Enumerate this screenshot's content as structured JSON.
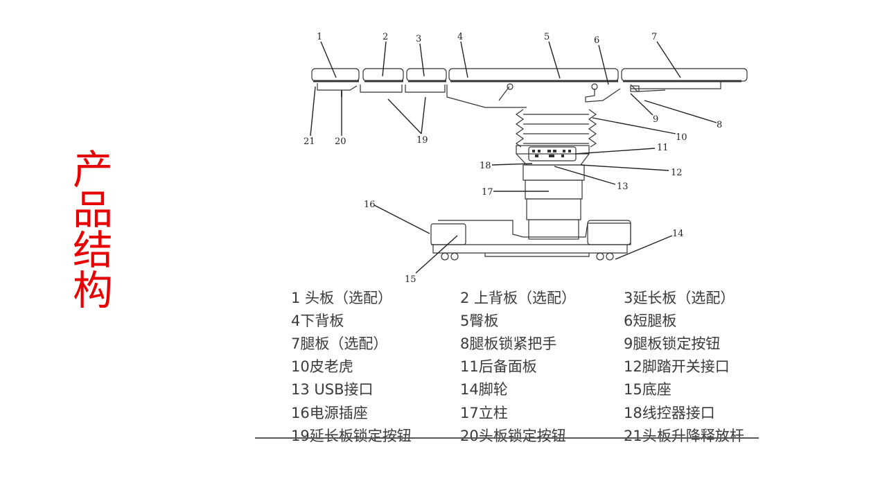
{
  "title": "产品结构",
  "diagram": {
    "callouts": [
      "1",
      "2",
      "3",
      "4",
      "5",
      "6",
      "7",
      "8",
      "9",
      "10",
      "11",
      "12",
      "13",
      "14",
      "15",
      "16",
      "17",
      "18",
      "19",
      "20",
      "21"
    ]
  },
  "legend": [
    [
      "1 头板（选配）",
      "2 上背板（选配）",
      "3延长板（选配）"
    ],
    [
      "4下背板",
      "5臀板",
      "6短腿板"
    ],
    [
      "7腿板（选配）",
      "8腿板锁紧把手",
      "9腿板锁定按钮"
    ],
    [
      "10皮老虎",
      "11后备面板",
      "12脚踏开关接口"
    ],
    [
      "13 USB接口",
      "14脚轮",
      "15底座"
    ],
    [
      "16电源插座",
      "17立柱",
      "18线控器接口"
    ],
    [
      "19延长板锁定按钮",
      "20头板锁定按钮",
      "21头板升降释放杆"
    ]
  ],
  "colors": {
    "title": "#e60000",
    "text": "#3a3a3a",
    "line": "#333333"
  }
}
